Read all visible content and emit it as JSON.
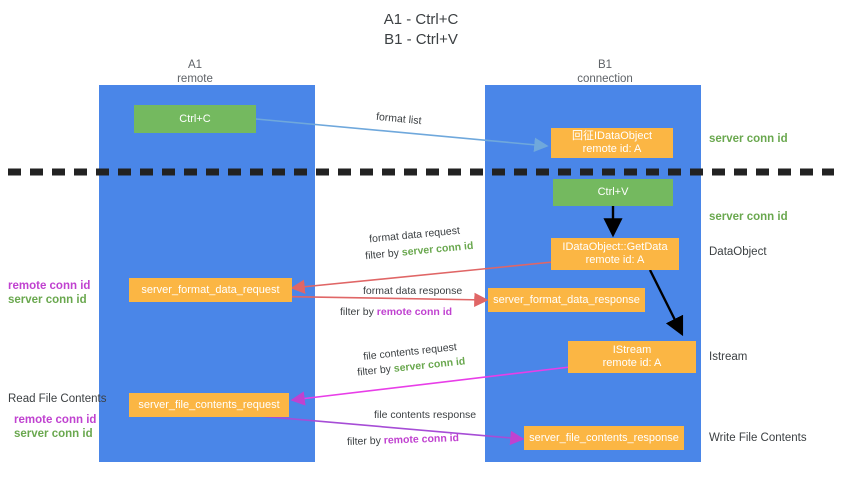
{
  "title": {
    "line1": "A1 - Ctrl+C",
    "line2": "B1 - Ctrl+V"
  },
  "colors": {
    "lane": "#4a86e8",
    "green_box": "#74b95f",
    "orange_box": "#fbb644",
    "server_conn_id": "#6aa84f",
    "remote_conn_id": "#c042d0",
    "arrow_blue": "#6fa8dc",
    "arrow_black": "#000000",
    "arrow_red": "#e06666",
    "arrow_magenta": "#c042d0",
    "divider": "#222222"
  },
  "lanes": [
    {
      "name": "A1",
      "sub": "remote"
    },
    {
      "name": "B1",
      "sub": "connection"
    }
  ],
  "boxes": {
    "ctrl_c": {
      "line1": "Ctrl+C",
      "line2": ""
    },
    "idataobject": {
      "line1": "回征IDataObject",
      "line2": "remote id: A"
    },
    "ctrl_v": {
      "line1": "Ctrl+V",
      "line2": ""
    },
    "getdata": {
      "line1": "IDataObject::GetData",
      "line2": "remote id: A"
    },
    "server_format_data_request": {
      "line1": "server_format_data_request",
      "line2": ""
    },
    "server_format_data_response": {
      "line1": "server_format_data_response",
      "line2": ""
    },
    "istream": {
      "line1": "IStream",
      "line2": "remote id: A"
    },
    "server_file_contents_request": {
      "line1": "server_file_contents_request",
      "line2": ""
    },
    "server_file_contents_response": {
      "line1": "server_file_contents_response",
      "line2": ""
    }
  },
  "edge_labels": {
    "format_list": "format list",
    "format_data_request": "format data request",
    "format_data_request_filter_prefix": "filter by ",
    "format_data_request_filter_value": "server conn id",
    "format_data_response": "format data response",
    "format_data_response_filter_prefix": "filter by ",
    "format_data_response_filter_value": "remote conn id",
    "file_contents_request": "file contents request",
    "file_contents_request_filter_prefix": "filter by ",
    "file_contents_request_filter_value": "server conn id",
    "file_contents_response": "file contents response",
    "file_contents_response_filter_prefix": "filter by ",
    "file_contents_response_filter_value": "remote conn id"
  },
  "right_notes": {
    "server_conn_id_top": "server conn id",
    "server_conn_id_mid": "server conn id",
    "dataobject": "DataObject",
    "istream": "Istream",
    "write_file_contents": "Write File Contents"
  },
  "left_notes": {
    "remote_conn_id_1": "remote conn id",
    "server_conn_id_1": "server conn id",
    "read_file_contents": "Read File Contents",
    "remote_conn_id_2": "remote conn id",
    "server_conn_id_2": "server conn id"
  }
}
